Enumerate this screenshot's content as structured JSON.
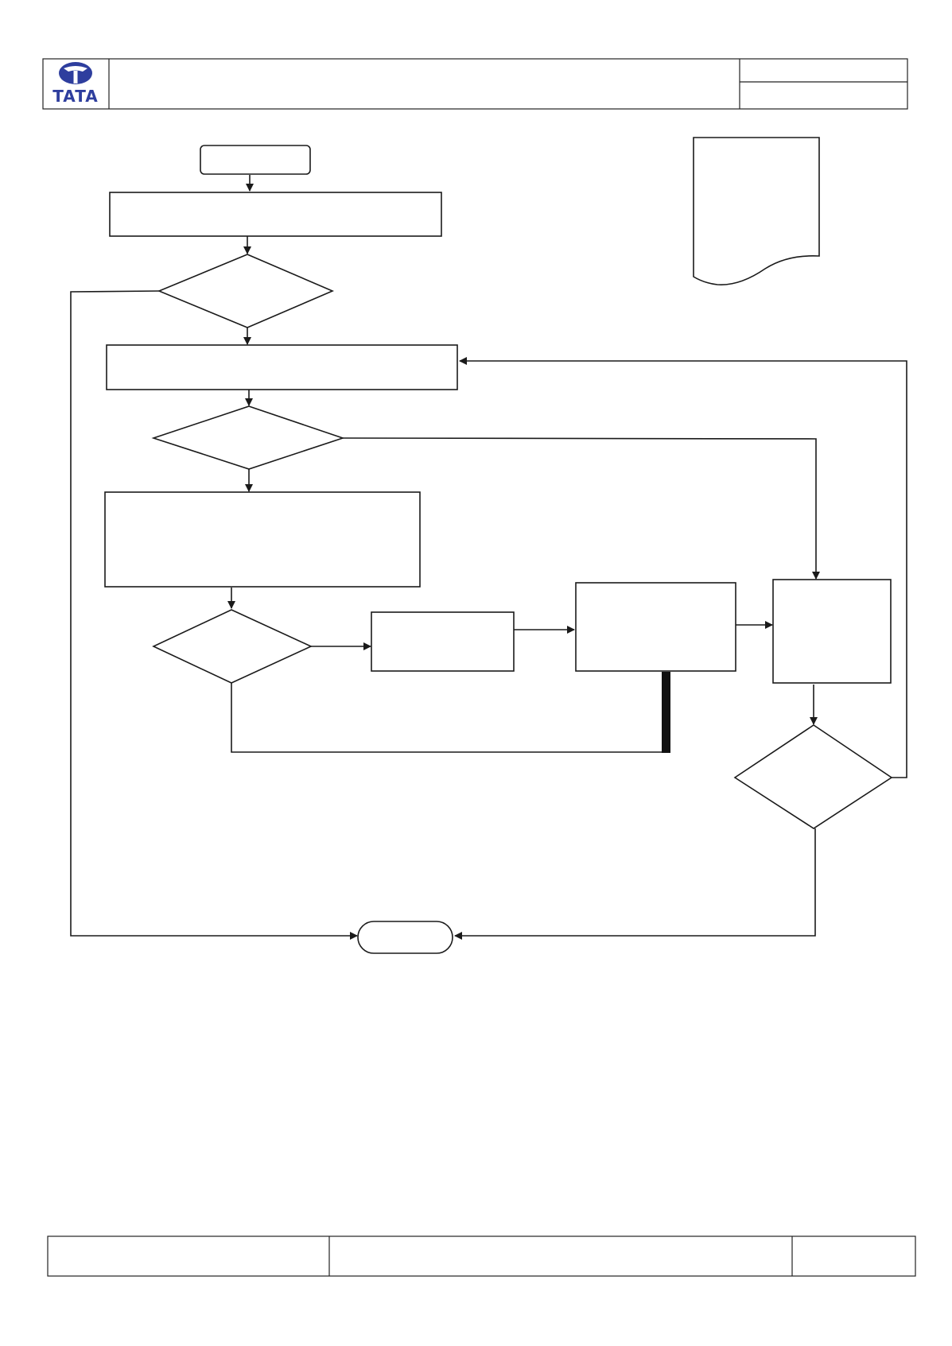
{
  "header": {
    "logo": {
      "icon": "tata-logo-icon",
      "wordmark": "TATA",
      "color": "#2E3E9E"
    }
  },
  "flowchart": {
    "nodes": [
      {
        "id": "start",
        "shape": "rounded-rectangle",
        "text": ""
      },
      {
        "id": "step-1",
        "shape": "rectangle",
        "text": ""
      },
      {
        "id": "decision-1",
        "shape": "diamond",
        "text": ""
      },
      {
        "id": "step-2",
        "shape": "rectangle",
        "text": ""
      },
      {
        "id": "decision-2",
        "shape": "diamond",
        "text": ""
      },
      {
        "id": "step-3",
        "shape": "rectangle",
        "text": ""
      },
      {
        "id": "decision-3",
        "shape": "diamond",
        "text": ""
      },
      {
        "id": "step-4",
        "shape": "rectangle",
        "text": ""
      },
      {
        "id": "step-5",
        "shape": "rectangle",
        "text": ""
      },
      {
        "id": "step-6",
        "shape": "rectangle",
        "text": ""
      },
      {
        "id": "decision-4",
        "shape": "diamond",
        "text": ""
      },
      {
        "id": "end",
        "shape": "terminator",
        "text": ""
      },
      {
        "id": "document",
        "shape": "document",
        "text": ""
      }
    ],
    "edges": [
      [
        "start",
        "step-1"
      ],
      [
        "step-1",
        "decision-1"
      ],
      [
        "decision-1",
        "step-2"
      ],
      [
        "decision-1",
        "end"
      ],
      [
        "step-2",
        "decision-2"
      ],
      [
        "decision-2",
        "step-3"
      ],
      [
        "decision-2",
        "step-6"
      ],
      [
        "step-3",
        "decision-3"
      ],
      [
        "decision-3",
        "step-4"
      ],
      [
        "decision-3",
        "step-5"
      ],
      [
        "step-4",
        "step-5"
      ],
      [
        "step-5",
        "step-6"
      ],
      [
        "step-6",
        "decision-4"
      ],
      [
        "decision-4",
        "step-2"
      ],
      [
        "decision-4",
        "end"
      ]
    ]
  },
  "footer": {
    "left": "",
    "center": "",
    "right": ""
  },
  "colors": {
    "line": "#1a1a1a",
    "logo": "#2E3E9E"
  }
}
